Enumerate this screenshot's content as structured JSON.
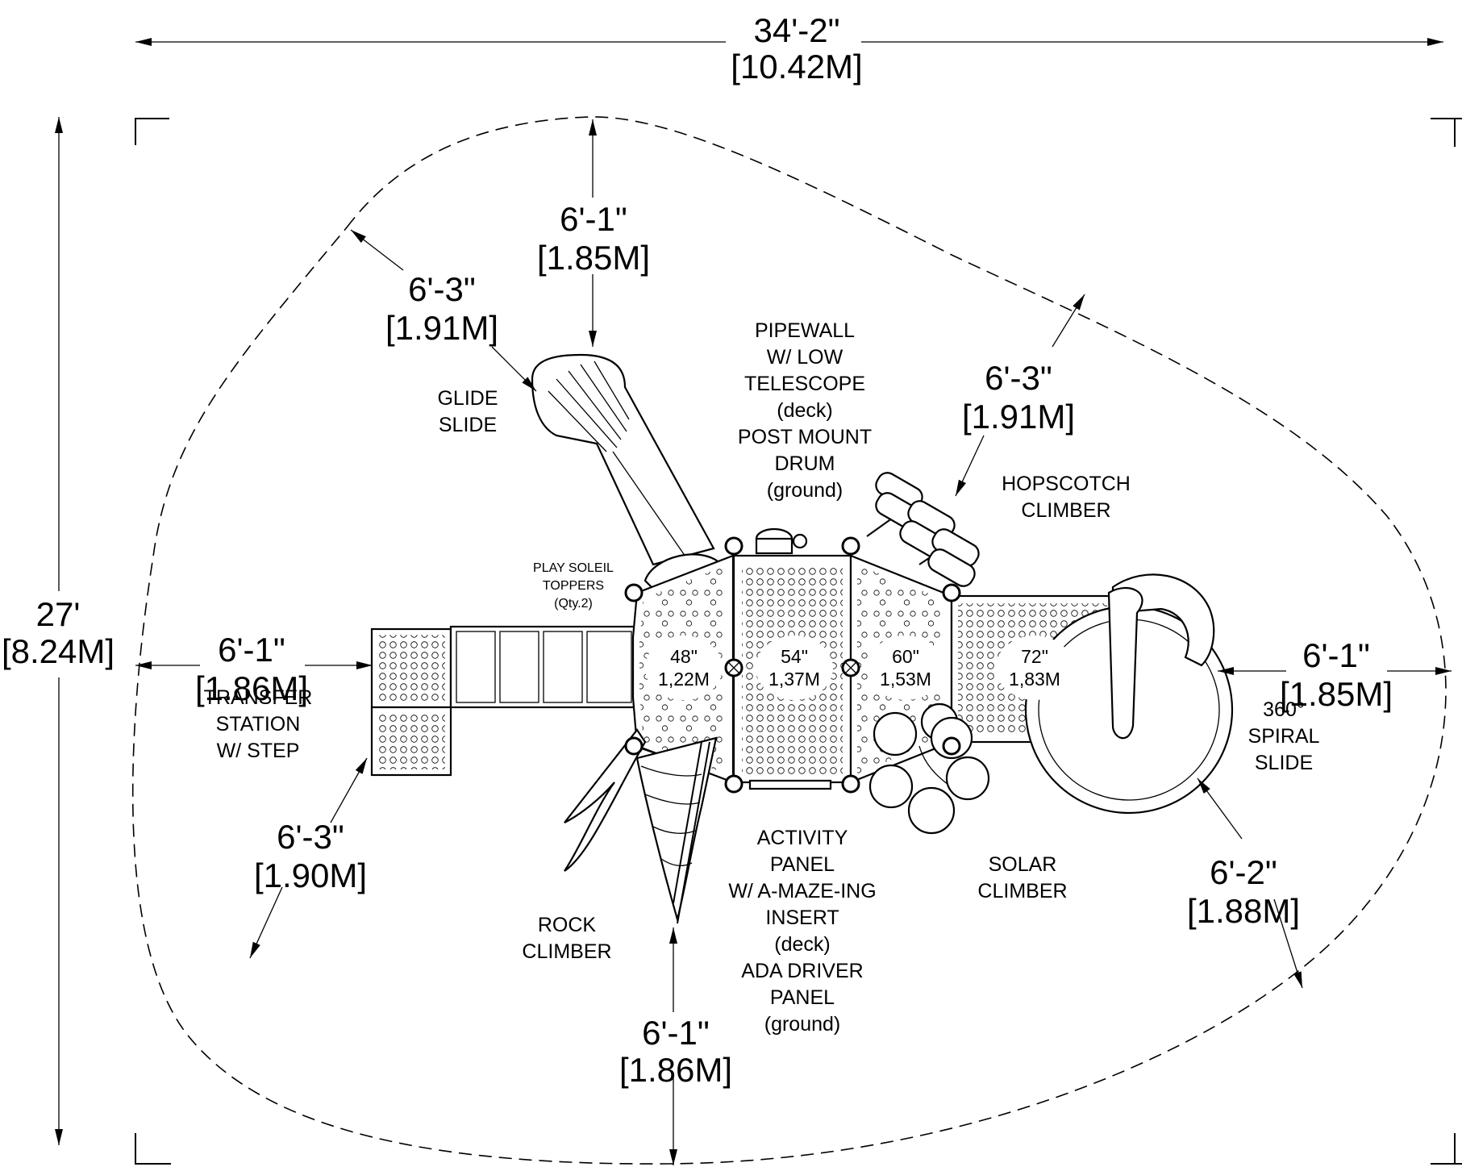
{
  "dimensions": {
    "overall_width": {
      "imperial": "34'-2\"",
      "metric": "[10.42M]"
    },
    "overall_depth": {
      "imperial": "27'",
      "metric": "[8.24M]"
    },
    "top_center": {
      "imperial": "6'-1\"",
      "metric": "[1.85M]"
    },
    "upper_left_diag": {
      "imperial": "6'-3\"",
      "metric": "[1.91M]"
    },
    "upper_right_diag": {
      "imperial": "6'-3\"",
      "metric": "[1.91M]"
    },
    "left": {
      "imperial": "6'-1\"",
      "metric": "[1.86M]"
    },
    "right": {
      "imperial": "6'-1\"",
      "metric": "[1.85M]"
    },
    "lower_left_diag": {
      "imperial": "6'-3\"",
      "metric": "[1.90M]"
    },
    "bottom_center": {
      "imperial": "6'-1\"",
      "metric": "[1.86M]"
    },
    "lower_right_diag": {
      "imperial": "6'-2\"",
      "metric": "[1.88M]"
    }
  },
  "deck_heights": [
    {
      "imperial": "48\"",
      "metric": "1,22M"
    },
    {
      "imperial": "54\"",
      "metric": "1,37M"
    },
    {
      "imperial": "60\"",
      "metric": "1,53M"
    },
    {
      "imperial": "72\"",
      "metric": "1,83M"
    }
  ],
  "components": {
    "glide_slide": [
      "GLIDE",
      "SLIDE"
    ],
    "pipewall": [
      "PIPEWALL",
      "W/ LOW",
      "TELESCOPE",
      "(deck)",
      "POST MOUNT",
      "DRUM",
      "(ground)"
    ],
    "hopscotch": [
      "HOPSCOTCH",
      "CLIMBER"
    ],
    "toppers": [
      "PLAY SOLEIL",
      "TOPPERS",
      "(Qty.2)"
    ],
    "transfer": [
      "TRANSFER",
      "STATION",
      "W/ STEP"
    ],
    "spiral": [
      "360°",
      "SPIRAL",
      "SLIDE"
    ],
    "activity": [
      "ACTIVITY",
      "PANEL",
      "W/ A-MAZE-ING",
      "INSERT",
      "(deck)",
      "ADA DRIVER",
      "PANEL",
      "(ground)"
    ],
    "solar": [
      "SOLAR",
      "CLIMBER"
    ],
    "rock": [
      "ROCK",
      "CLIMBER"
    ]
  }
}
